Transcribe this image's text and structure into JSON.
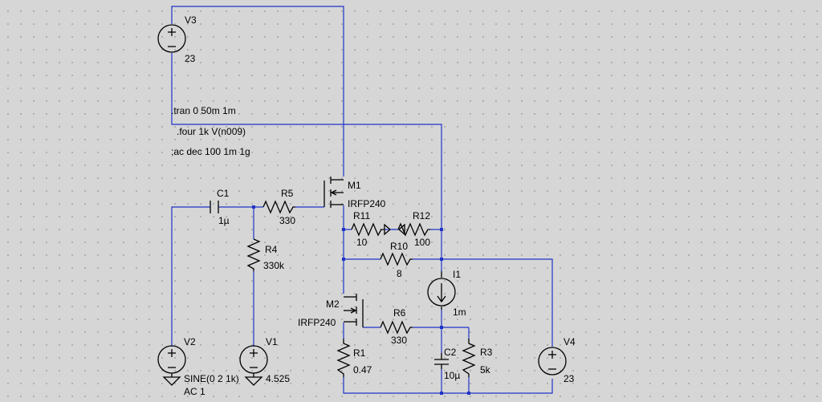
{
  "directives": {
    "tran": ".tran 0 50m 1m",
    "four": ".four 1k V(n009)",
    "ac": ";ac dec 100 1m 1g"
  },
  "components": {
    "V3": {
      "name": "V3",
      "value": "23"
    },
    "V2": {
      "name": "V2",
      "value": "SINE(0 2 1k)",
      "value2": "AC 1"
    },
    "V1": {
      "name": "V1",
      "value": "4.525"
    },
    "V4": {
      "name": "V4",
      "value": "23"
    },
    "I1": {
      "name": "I1",
      "value": "1m"
    },
    "C1": {
      "name": "C1",
      "value": "1µ"
    },
    "C2": {
      "name": "C2",
      "value": "10µ"
    },
    "R1": {
      "name": "R1",
      "value": "0.47"
    },
    "R3": {
      "name": "R3",
      "value": "5k"
    },
    "R4": {
      "name": "R4",
      "value": "330k"
    },
    "R5": {
      "name": "R5",
      "value": "330"
    },
    "R6": {
      "name": "R6",
      "value": "330"
    },
    "R10": {
      "name": "R10",
      "value": "8"
    },
    "R11": {
      "name": "R11",
      "value": "10"
    },
    "R12": {
      "name": "R12",
      "value": "100"
    },
    "M1": {
      "name": "M1",
      "value": "IRFP240"
    },
    "M2": {
      "name": "M2",
      "value": "IRFP240"
    }
  },
  "colors": {
    "wire": "#1f33c8",
    "component": "#000000",
    "background": "#d6d6d6",
    "grid_dot": "#8c8c8c"
  }
}
